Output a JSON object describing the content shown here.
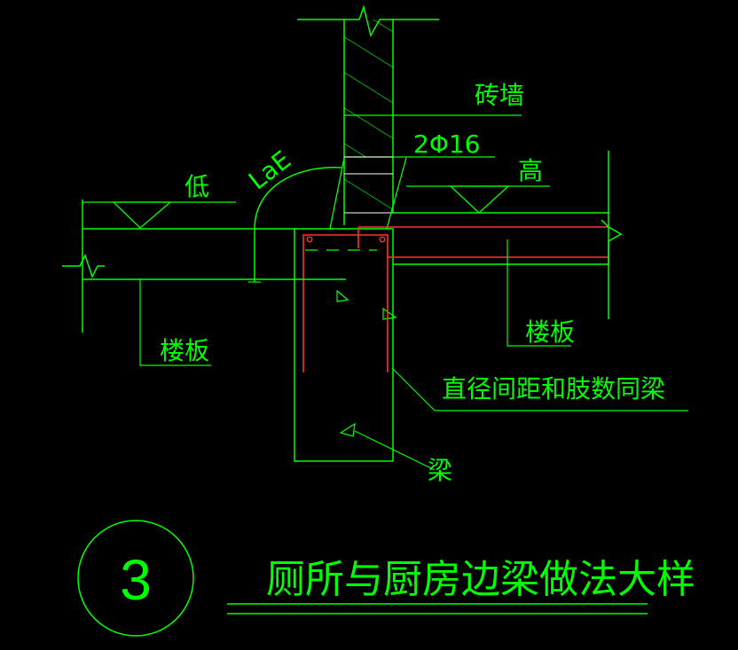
{
  "colors": {
    "line": "#00ff00",
    "rebar": "#ff3030",
    "hatch": "#00ff00",
    "white": "#ffffff",
    "background": "#000000"
  },
  "labels": {
    "brick_wall": "砖墙",
    "rebar_spec": "2Φ16",
    "high_side": "高",
    "low_side": "低",
    "anchor_length": "LaE",
    "floor_slab_left": "楼板",
    "floor_slab_right": "楼板",
    "stirrup_note": "直径间距和肢数同梁",
    "beam": "梁",
    "detail_number": "3",
    "title": "厕所与厨房边梁做法大样"
  }
}
